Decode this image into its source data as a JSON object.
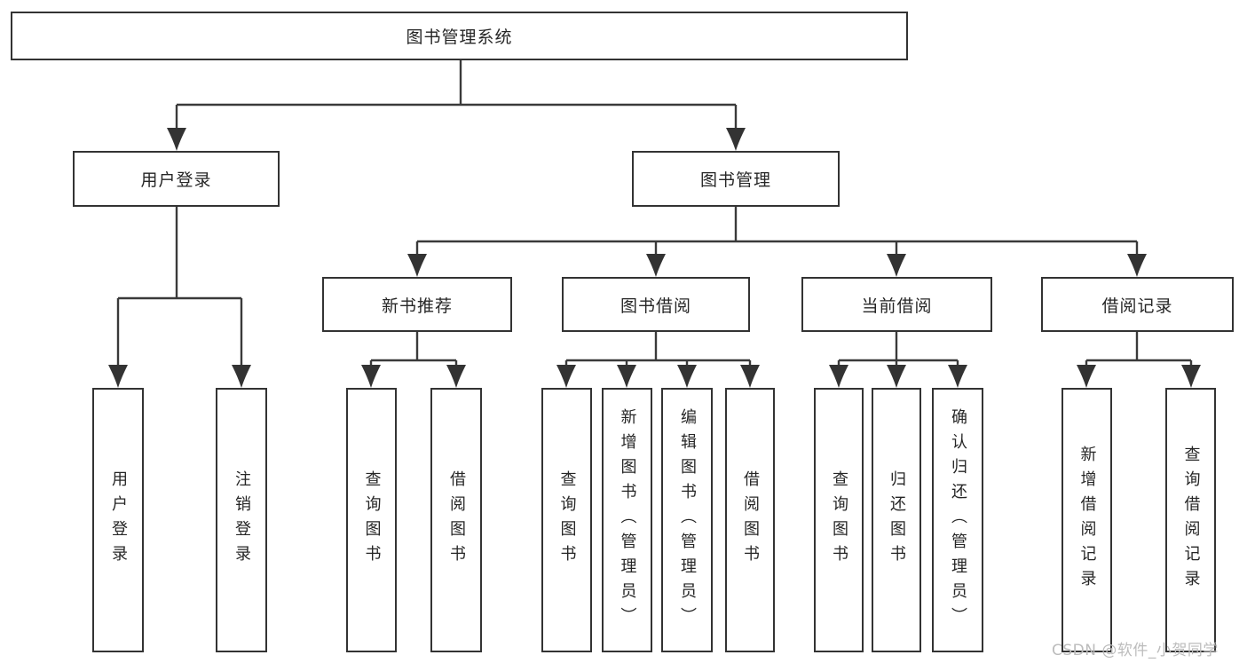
{
  "diagram": {
    "title": "图书管理系统",
    "root": {
      "label": "图书管理系统"
    },
    "level2": [
      {
        "label": "用户登录",
        "parent": "图书管理系统"
      },
      {
        "label": "图书管理",
        "parent": "图书管理系统"
      }
    ],
    "level3": [
      {
        "label": "新书推荐",
        "parent": "图书管理"
      },
      {
        "label": "图书借阅",
        "parent": "图书管理"
      },
      {
        "label": "当前借阅",
        "parent": "图书管理"
      },
      {
        "label": "借阅记录",
        "parent": "图书管理"
      }
    ],
    "leaves": [
      {
        "label": "用户登录",
        "parent": "用户登录"
      },
      {
        "label": "注销登录",
        "parent": "用户登录"
      },
      {
        "label": "查询图书",
        "parent": "新书推荐"
      },
      {
        "label": "借阅图书",
        "parent": "新书推荐"
      },
      {
        "label": "查询图书",
        "parent": "图书借阅"
      },
      {
        "label": "新增图书（管理员）",
        "parent": "图书借阅"
      },
      {
        "label": "编辑图书（管理员）",
        "parent": "图书借阅"
      },
      {
        "label": "借阅图书",
        "parent": "图书借阅"
      },
      {
        "label": "查询图书",
        "parent": "当前借阅"
      },
      {
        "label": "归还图书",
        "parent": "当前借阅"
      },
      {
        "label": "确认归还（管理员）",
        "parent": "当前借阅"
      },
      {
        "label": "新增借阅记录",
        "parent": "借阅记录"
      },
      {
        "label": "查询借阅记录",
        "parent": "借阅记录"
      }
    ],
    "colors": {
      "line": "#3a3a3a",
      "box_border": "#333333",
      "text": "#262626",
      "background": "#ffffff",
      "watermark": "#bcbcbc"
    },
    "watermark": "CSDN @软件_小贺同学"
  }
}
